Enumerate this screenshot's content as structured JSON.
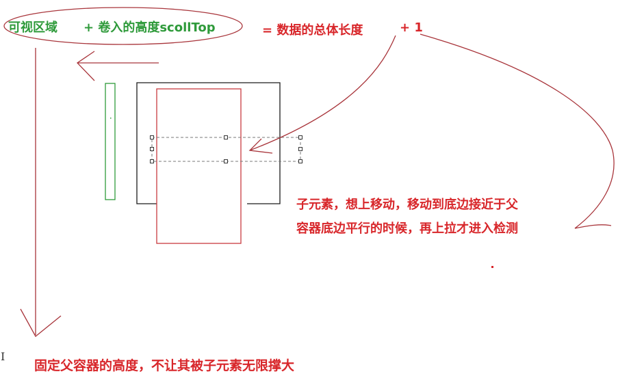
{
  "labels": {
    "visible_area": "可视区域",
    "plus_scroll": "+ 卷入的高度scollTop",
    "equals_total": "= 数据的总体长度",
    "plus_one": "+ 1",
    "child_line1": "子元素，想上移动，移动到底边接近于父",
    "child_line2": "容器底边平行的时候，再上拉才进入检测",
    "bottom_note": "固定父容器的高度，不让其被子元素无限撑大",
    "cursor": "I"
  },
  "colors": {
    "green": "#2e9a3a",
    "red": "#d8262a",
    "dark_red": "#a8343a",
    "black": "#1a1a1a",
    "dashed": "#777777"
  }
}
